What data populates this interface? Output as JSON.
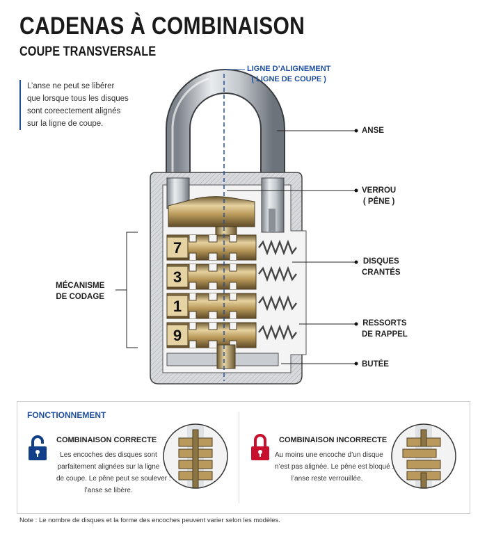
{
  "header": {
    "title": "CADENAS À COMBINAISON",
    "subtitle": "COUPE TRANSVERSALE"
  },
  "intro": {
    "lines": [
      "L’anse ne peut se libérer",
      "que lorsque tous les disques",
      "sont coreectement alignés",
      "sur la ligne de coupe."
    ]
  },
  "labels": {
    "alignment_line": [
      "LIGNE D’ALIGNEMENT",
      "( LIGNE DE COUPE )"
    ],
    "shackle": "ANSE",
    "bolt": [
      "VERROU",
      "( PÊNE )"
    ],
    "discs": [
      "DISQUES",
      "CRANTÉS"
    ],
    "springs": [
      "RESSORTS",
      "DE RAPPEL"
    ],
    "stop": "BUTÉE",
    "mechanism": [
      "MÉCANISME",
      "DE CODAGE"
    ]
  },
  "dials": [
    "7",
    "3",
    "1",
    "9"
  ],
  "panel": {
    "title": "FONCTIONNEMENT",
    "correct": {
      "title": "COMBINAISON CORRECTE",
      "lines": [
        "Les encoches des disques sont",
        "parfaitement alignées sur la ligne",
        "de coupe. Le pêne peut se soulever :",
        "l’anse se libère."
      ]
    },
    "incorrect": {
      "title": "COMBINAISON INCORRECTE",
      "lines": [
        "Au moins une encoche d’un disque",
        "n’est pas alignée. Le pêne est bloqué :",
        "l’anse reste verrouillée."
      ]
    }
  },
  "note": "Note : Le nombre de disques et la forme des encoches peuvent varier selon les modèles.",
  "colors": {
    "accent_blue": "#1f4f9e",
    "lock_blue": "#123f8a",
    "lock_red": "#c8102e",
    "brass": "#b99a5c",
    "steel": "#9aa0a6"
  }
}
